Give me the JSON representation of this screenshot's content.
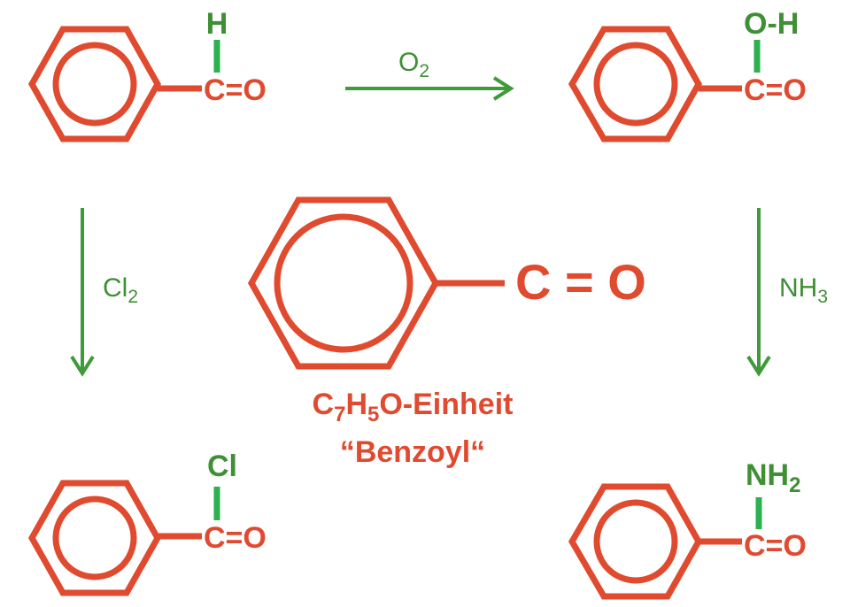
{
  "molecules": {
    "benzaldehyde": {
      "group": "C=O",
      "substituent": "H"
    },
    "benzoic_acid": {
      "group": "C=O",
      "substituent": "O-H"
    },
    "benzoyl_chloride": {
      "group": "C=O",
      "substituent": "Cl"
    },
    "benzamide": {
      "group": "C=O",
      "substituent_main": "NH",
      "substituent_sub": "2"
    },
    "center": {
      "group": "C = O",
      "formula": {
        "c": "C",
        "c_n": "7",
        "h": "H",
        "h_n": "5",
        "rest": "O-Einheit"
      },
      "name": "“Benzoyl“"
    }
  },
  "reagents": {
    "oxidation": {
      "main": "O",
      "sub": "2"
    },
    "chlorination": {
      "main": "Cl",
      "sub": "2"
    },
    "amination": {
      "main": "NH",
      "sub": "3"
    }
  },
  "colors": {
    "molecule": "#e04a2f",
    "substituent": "#3f8f35",
    "bond": "#2db050",
    "arrow": "#3f9a3a"
  }
}
